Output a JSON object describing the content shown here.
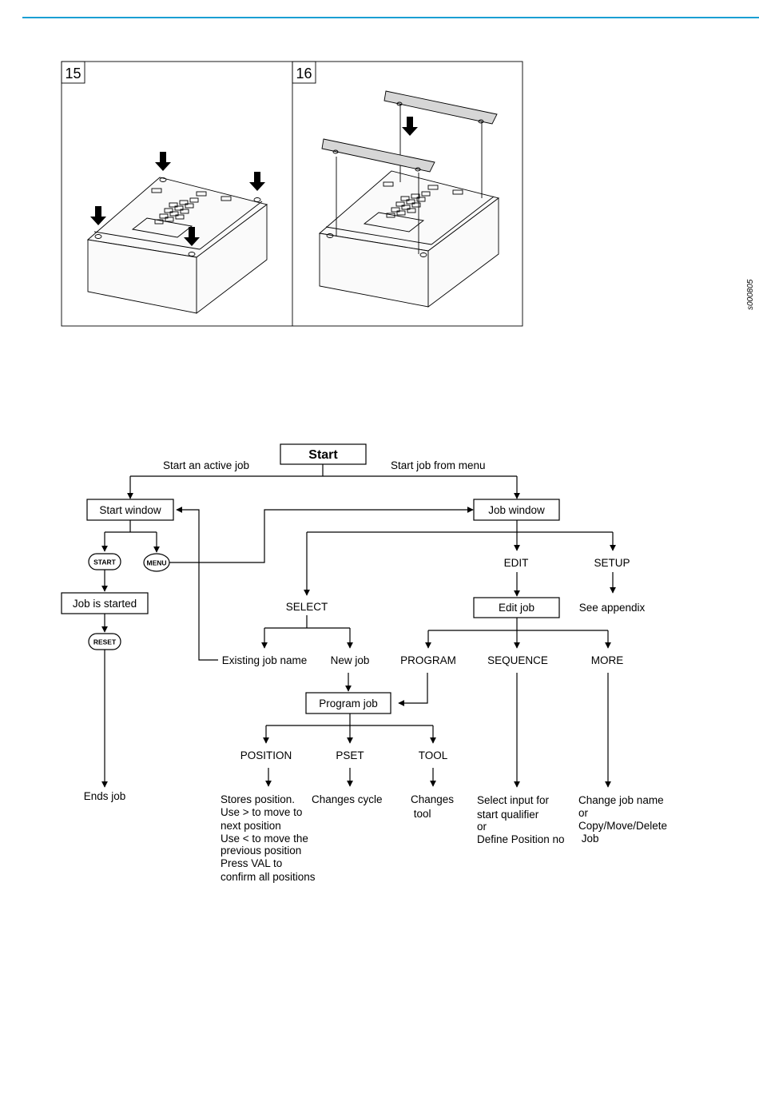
{
  "accent_color": "#1a9fd3",
  "illustration": {
    "panel_left": {
      "number": "15"
    },
    "panel_right": {
      "number": "16"
    },
    "code": "s000805"
  },
  "flowchart": {
    "start": "Start",
    "branch_active": "Start an active job",
    "branch_menu": "Start job from menu",
    "start_window": "Start window",
    "job_window": "Job window",
    "start_key": "START",
    "menu_key": "MENU",
    "reset_key": "RESET",
    "job_is_started": "Job is started",
    "ends_job": "Ends job",
    "select": "SELECT",
    "edit": "EDIT",
    "setup": "SETUP",
    "edit_job": "Edit job",
    "see_appendix": "See appendix",
    "existing_job_name": "Existing job name",
    "new_job": "New job",
    "program": "PROGRAM",
    "sequence": "SEQUENCE",
    "more": "MORE",
    "program_job": "Program job",
    "position": "POSITION",
    "pset": "PSET",
    "tool": "TOOL",
    "position_desc": [
      "Stores position.",
      "Use > to move to",
      "next position",
      "Use < to move the",
      "previous position",
      "Press VAL to",
      "confirm all positions"
    ],
    "pset_desc": [
      "Changes cycle"
    ],
    "tool_desc": [
      "Changes",
      " tool"
    ],
    "sequence_desc": [
      "Select input for",
      "start qualifier",
      "or",
      "Define Position no"
    ],
    "more_desc": [
      "Change job name",
      "or",
      "Copy/Move/Delete",
      " Job"
    ]
  }
}
